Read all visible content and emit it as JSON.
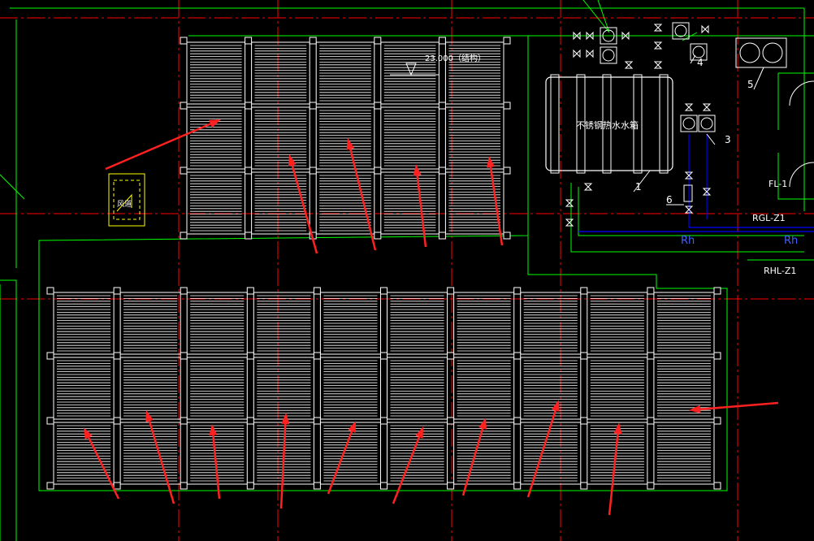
{
  "labels": {
    "elevation": "23.000（结构）",
    "tank": "不锈钢热水水箱",
    "room": "风道",
    "pipe_rgl": "RGL-Z1",
    "pipe_rhl": "RHL-Z1",
    "pipe_rh": "Rh",
    "pipe_rh2": "Rh",
    "fl": "FL-1"
  },
  "numbers": {
    "n1": "1",
    "n3": "3",
    "n4": "4",
    "n5": "5",
    "n6": "6"
  },
  "colors": {
    "background": "#000000",
    "panel": "#ffffff",
    "outline": "#00ff00",
    "axis": "#ff0000",
    "pipe": "#0000ff",
    "arrow": "#ff2020",
    "room_box": "#ffff00"
  },
  "arrays": [
    {
      "id": "top",
      "rows": 3,
      "cols": 5
    },
    {
      "id": "bottom",
      "rows": 3,
      "cols": 10
    }
  ]
}
